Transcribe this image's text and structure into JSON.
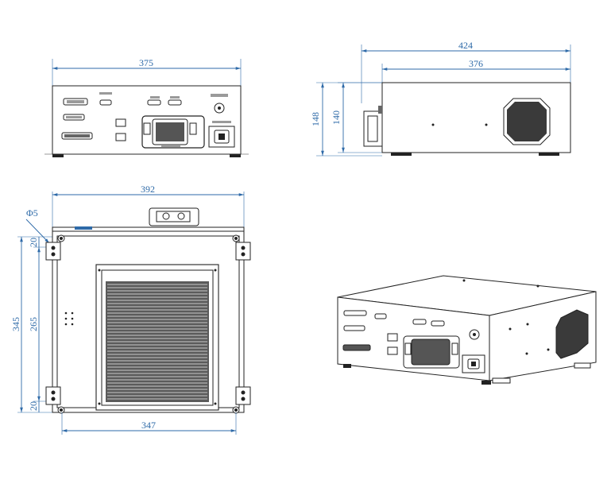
{
  "front_view": {
    "width_label": "375"
  },
  "side_view": {
    "depth_label": "424",
    "body_depth_label": "376",
    "height_label": "148",
    "body_height_label": "140"
  },
  "top_view": {
    "width_label": "392",
    "hole_diameter_label": "Φ5",
    "depth_label": "345",
    "hole_spacing_label": "265",
    "offset_top_label": "20",
    "offset_bottom_label": "20",
    "bottom_width_label": "347"
  },
  "colors": {
    "dimension": "#2e6aa8",
    "outline": "#222222"
  }
}
